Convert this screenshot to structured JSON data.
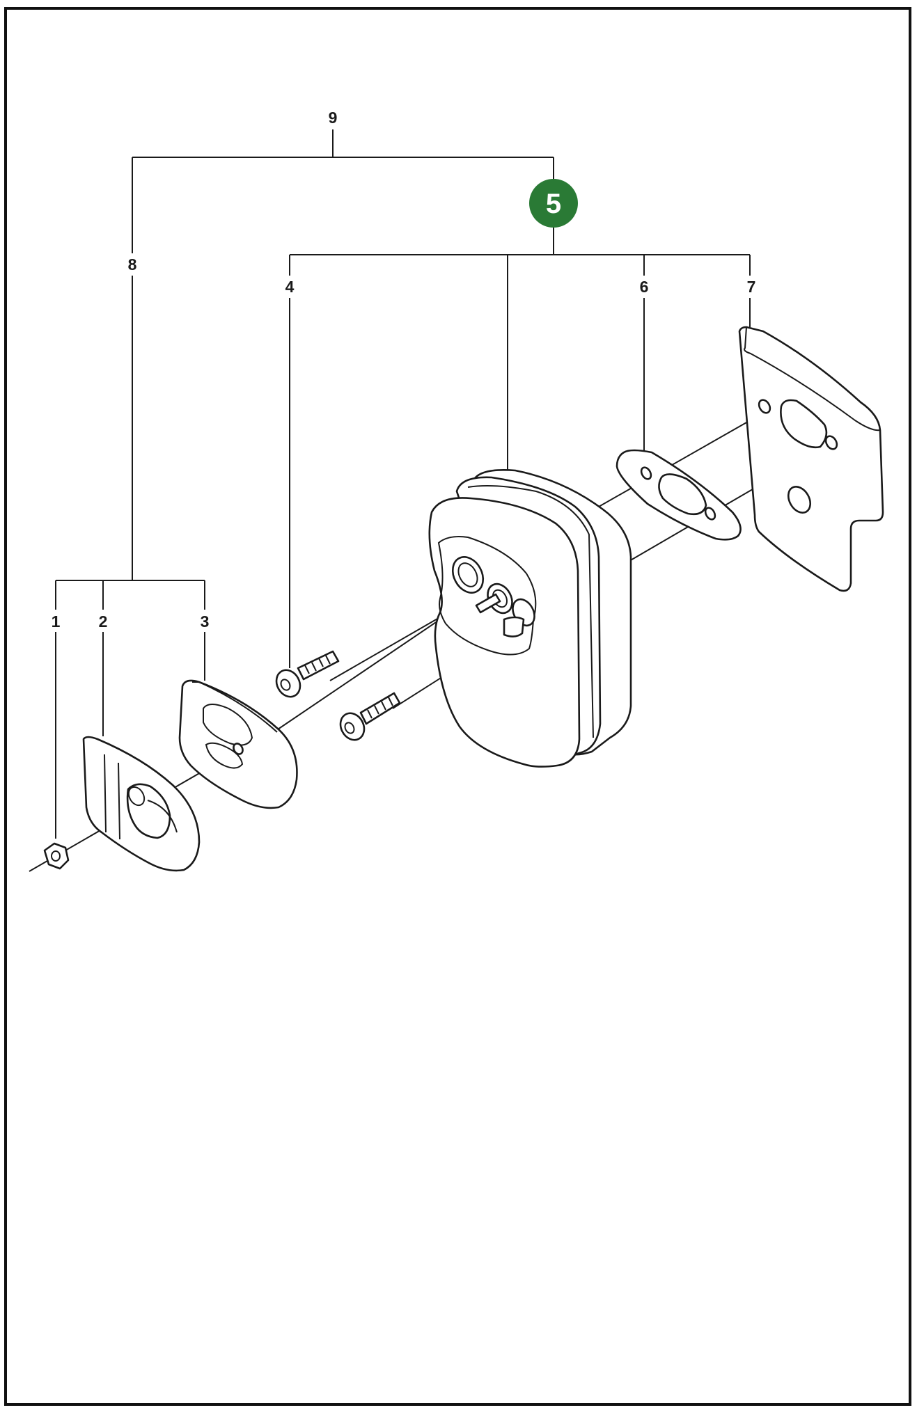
{
  "callouts": {
    "c1": "1",
    "c2": "2",
    "c3": "3",
    "c4": "4",
    "c5": "5",
    "c6": "6",
    "c7": "7",
    "c8": "8",
    "c9": "9"
  },
  "colors": {
    "highlight": "#2a7a35",
    "line": "#1a1a1a",
    "frame": "#111111"
  }
}
